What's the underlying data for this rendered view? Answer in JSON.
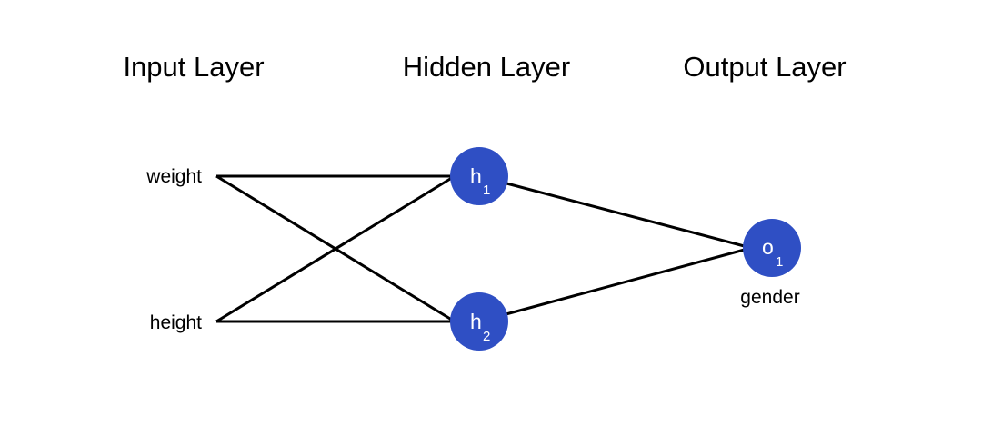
{
  "layers": {
    "input_title": "Input Layer",
    "hidden_title": "Hidden Layer",
    "output_title": "Output Layer"
  },
  "inputs": {
    "weight": "weight",
    "height": "height"
  },
  "hidden_nodes": {
    "h1": {
      "letter": "h",
      "subscript": "1"
    },
    "h2": {
      "letter": "h",
      "subscript": "2"
    }
  },
  "output_node": {
    "letter": "o",
    "subscript": "1",
    "label": "gender"
  },
  "colors": {
    "node_fill": "#2f4fc4",
    "edge": "#000000",
    "node_text": "#ffffff"
  }
}
